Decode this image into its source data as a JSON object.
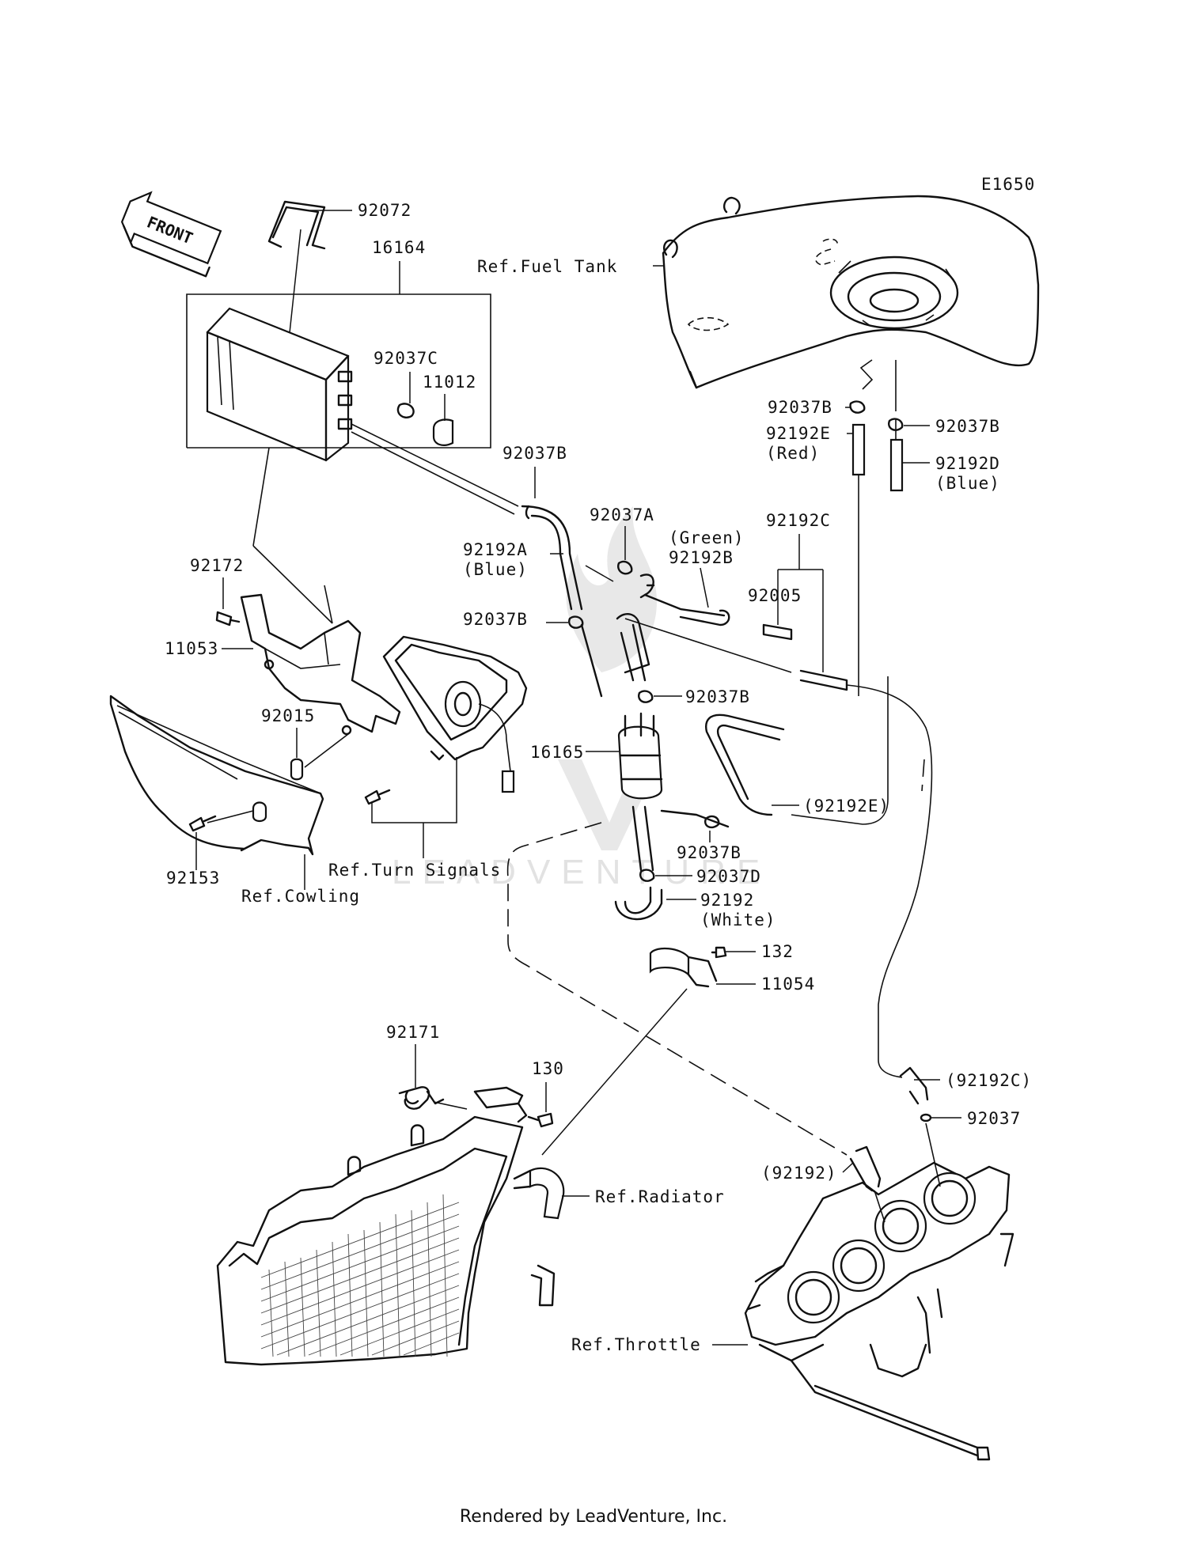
{
  "diagram_code": "E1650",
  "front_label": "FRONT",
  "watermark": "LEADVENTURE",
  "footer": "Rendered by LeadVenture, Inc.",
  "labels": {
    "p92072": "92072",
    "p16164": "16164",
    "p92037C": "92037C",
    "p11012": "11012",
    "p92037B_canister": "92037B",
    "p92192A": "92192A",
    "p92192A_color": "(Blue)",
    "p92037A": "92037A",
    "p92192B_color": "(Green)",
    "p92192B": "92192B",
    "p92192C": "92192C",
    "p92005": "92005",
    "p92037B_b": "92037B",
    "p92037B_c": "92037B",
    "p16165": "16165",
    "p92192E_ref": "(92192E)",
    "p92037B_d": "92037B",
    "p92037D": "92037D",
    "p92192": "92192",
    "p92192_color": "(White)",
    "p132": "132",
    "p11054": "11054",
    "p92172": "92172",
    "p11053": "11053",
    "p92015": "92015",
    "ref_turn_signals": "Ref.Turn Signals",
    "p92153": "92153",
    "ref_cowling": "Ref.Cowling",
    "ref_fuel_tank": "Ref.Fuel Tank",
    "p92037B_tank_left": "92037B",
    "p92192E": "92192E",
    "p92192E_color": "(Red)",
    "p92037B_tank_right": "92037B",
    "p92192D": "92192D",
    "p92192D_color": "(Blue)",
    "p92171": "92171",
    "p130": "130",
    "ref_radiator": "Ref.Radiator",
    "p92192C_ref": "(92192C)",
    "p92037": "92037",
    "p92192_ref": "(92192)",
    "ref_throttle": "Ref.Throttle"
  }
}
